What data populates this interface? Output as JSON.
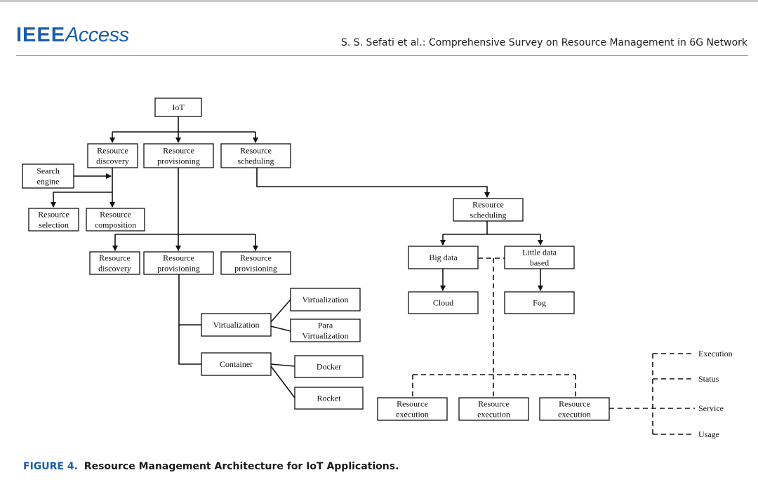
{
  "header": {
    "logo_ieee": "IEEE",
    "logo_access": "Access",
    "running_head": "S. S. Sefati et al.: Comprehensive Survey on Resource Management in 6G Network"
  },
  "caption": {
    "figure_label": "FIGURE 4.",
    "text": "Resource Management Architecture for IoT Applications."
  },
  "nodes": {
    "iot": [
      "IoT"
    ],
    "resource_discovery_1": [
      "Resource",
      "discovery"
    ],
    "resource_provisioning_1": [
      "Resource",
      "provisioning"
    ],
    "resource_scheduling_1": [
      "Resource",
      "scheduling"
    ],
    "search_engine": [
      "Search",
      "engine"
    ],
    "resource_selection": [
      "Resource",
      "selection"
    ],
    "resource_composition": [
      "Resource",
      "composition"
    ],
    "resource_discovery_2": [
      "Resource",
      "discovery"
    ],
    "resource_provisioning_2": [
      "Resource",
      "provisioning"
    ],
    "resource_provisioning_3": [
      "Resource",
      "provisioning"
    ],
    "virtualization_main": [
      "Virtualization"
    ],
    "container": [
      "Container"
    ],
    "virtualization_sub": [
      "Virtualization"
    ],
    "para_virtualization": [
      "Para",
      "Virtualization"
    ],
    "docker": [
      "Docker"
    ],
    "rocket": [
      "Rocket"
    ],
    "resource_scheduling_2": [
      "Resource",
      "scheduling"
    ],
    "big_data": [
      "Big data"
    ],
    "little_data": [
      "Little data",
      "based"
    ],
    "cloud": [
      "Cloud"
    ],
    "fog": [
      "Fog"
    ],
    "resource_execution_1": [
      "Resource",
      "execution"
    ],
    "resource_execution_2": [
      "Resource",
      "execution"
    ],
    "resource_execution_3": [
      "Resource",
      "execution"
    ]
  },
  "execution_labels": [
    "Execution",
    "Status",
    "Service",
    "Usage"
  ]
}
